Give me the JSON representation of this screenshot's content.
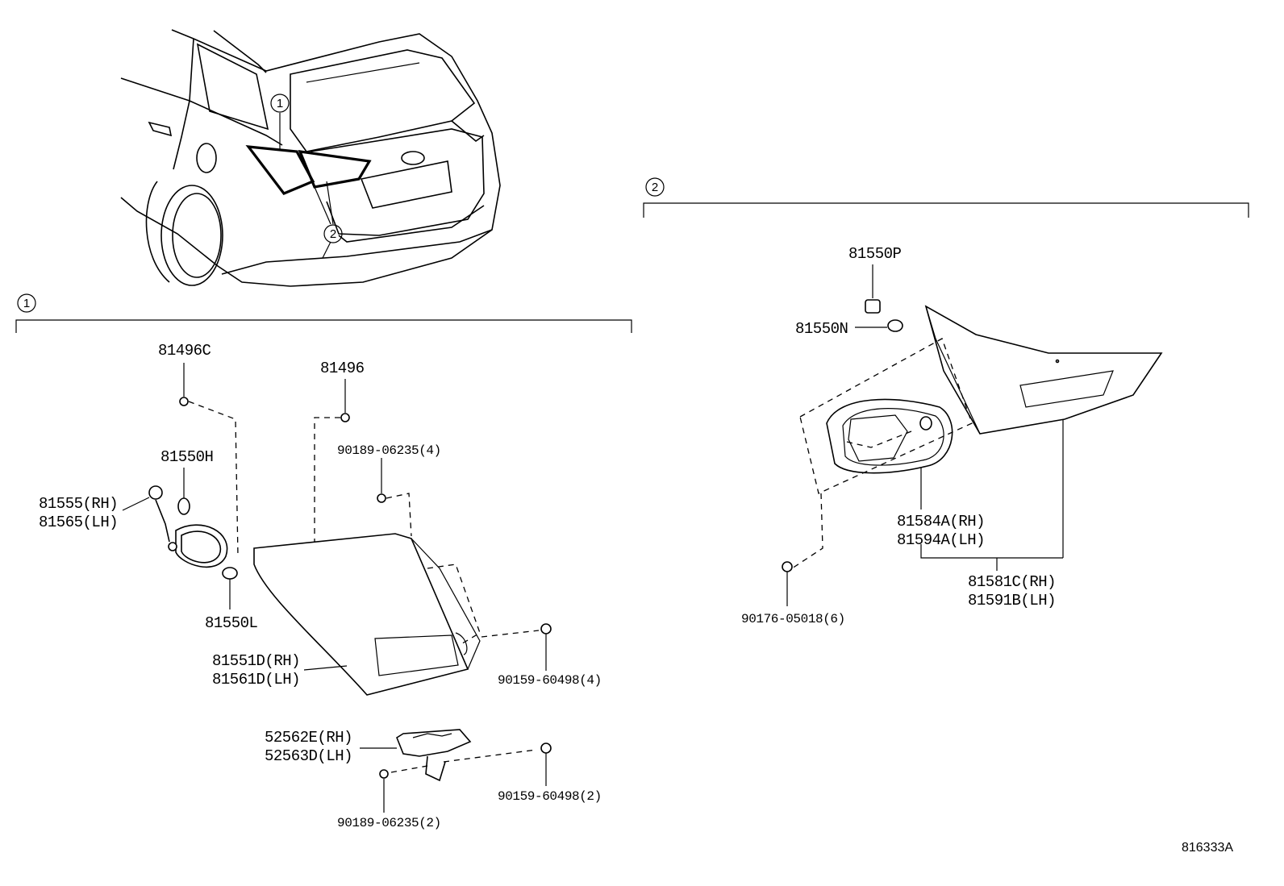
{
  "callouts": {
    "one": "1",
    "two": "2"
  },
  "section1": {
    "p_81496C": "81496C",
    "p_81496": "81496",
    "p_90189_4": "90189-06235(4)",
    "p_81550H": "81550H",
    "p_81555": "81555(RH)",
    "p_81565": "81565(LH)",
    "p_81550L": "81550L",
    "p_81551D": "81551D(RH)",
    "p_81561D": "81561D(LH)",
    "p_90159_4": "90159-60498(4)",
    "p_52562E": "52562E(RH)",
    "p_52563D": "52563D(LH)",
    "p_90159_2": "90159-60498(2)",
    "p_90189_2": "90189-06235(2)"
  },
  "section2": {
    "p_81550P": "81550P",
    "p_81550N": "81550N",
    "p_81584A": "81584A(RH)",
    "p_81594A": "81594A(LH)",
    "p_81581C": "81581C(RH)",
    "p_81591B": "81591B(LH)",
    "p_90176": "90176-05018(6)"
  },
  "figure_code": "816333A"
}
